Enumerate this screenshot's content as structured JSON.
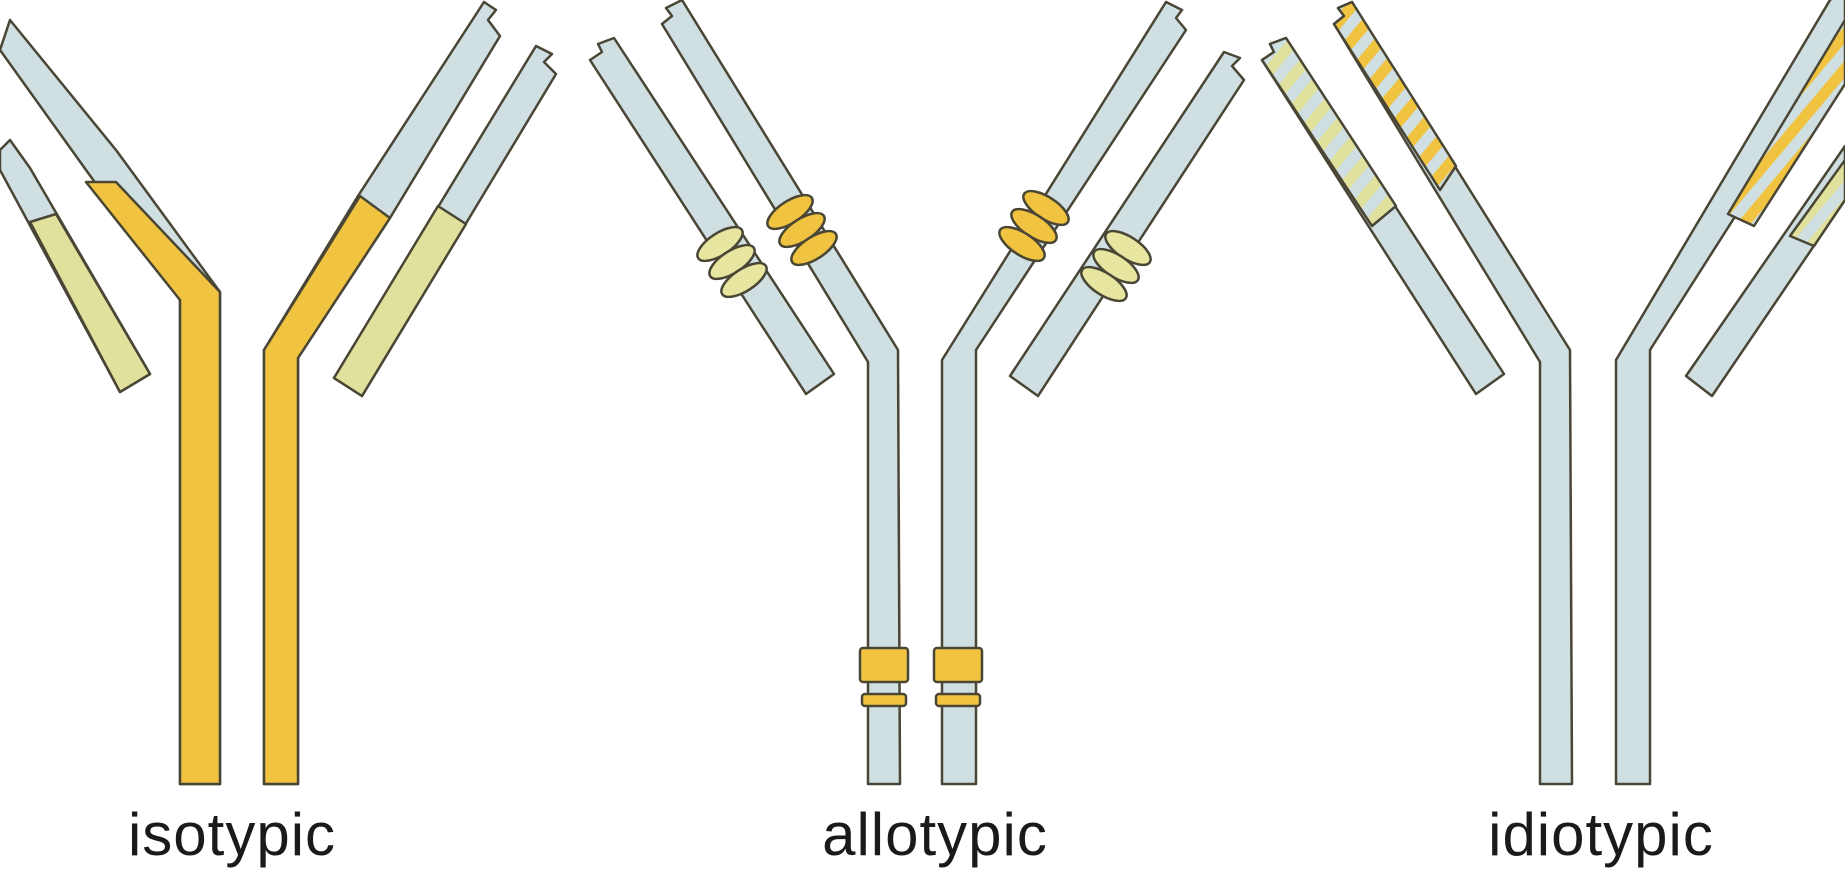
{
  "labels": {
    "isotypic": "isotypic",
    "allotypic": "allotypic",
    "idiotypic": "idiotypic"
  },
  "colors": {
    "heavy_chain": "#cfdfe2",
    "light_chain": "#cfdfe2",
    "isotype_heavy": "#f0c340",
    "isotype_light": "#dfe19c",
    "allotype_heavy": "#f0c340",
    "allotype_light": "#e6e6a0",
    "idiotype_heavy": "#f0c340",
    "idiotype_light": "#dfe19c",
    "outline": "#4a4636",
    "background": "#ffffff"
  }
}
